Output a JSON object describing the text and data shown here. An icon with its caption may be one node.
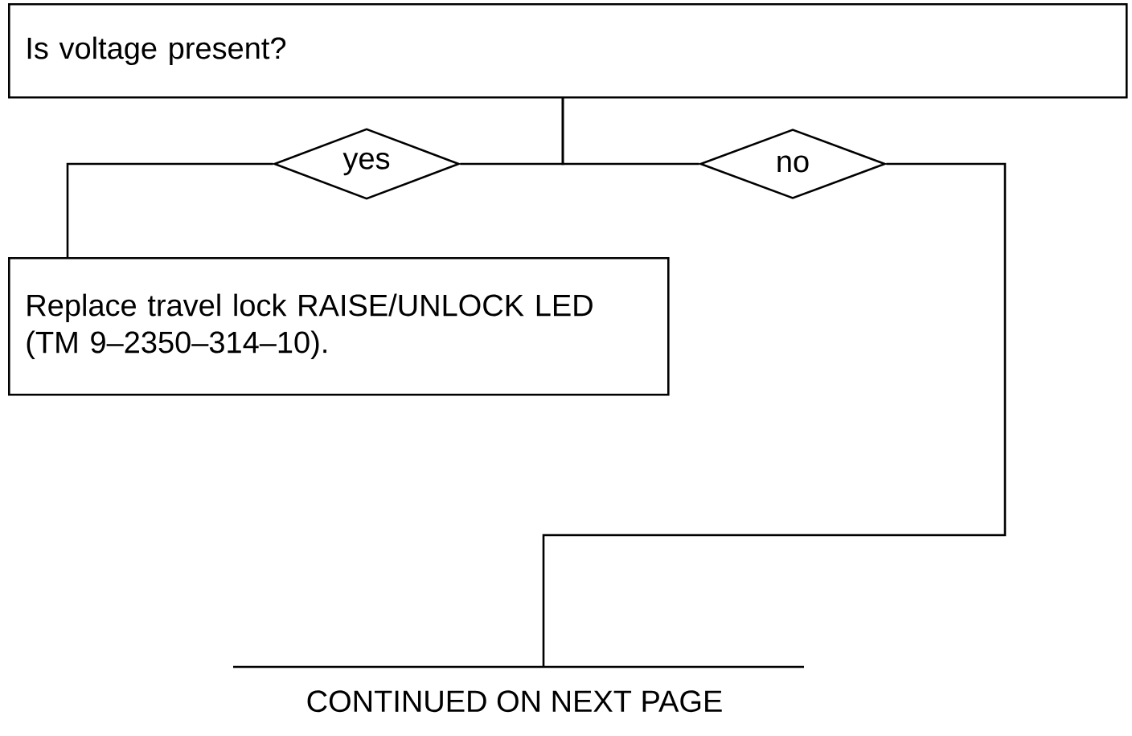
{
  "diagram": {
    "nodes": [
      {
        "text": [
          "Is voltage present?"
        ]
      },
      {
        "text": [
          "yes"
        ]
      },
      {
        "text": [
          "no"
        ]
      },
      {
        "text": [
          "Replace travel lock RAISE/UNLOCK LED (TM 9–2350–314–10)."
        ]
      },
      {
        "text": [
          "CONTINUED ON NEXT PAGE"
        ]
      }
    ],
    "edges": [
      {
        "from": 0,
        "to": 1,
        "arrow": "none"
      },
      {
        "from": 0,
        "to": 2,
        "arrow": "none"
      },
      {
        "from": 1,
        "to": 3,
        "arrow": "none"
      },
      {
        "from": 2,
        "to": 4,
        "arrow": "none"
      }
    ]
  }
}
